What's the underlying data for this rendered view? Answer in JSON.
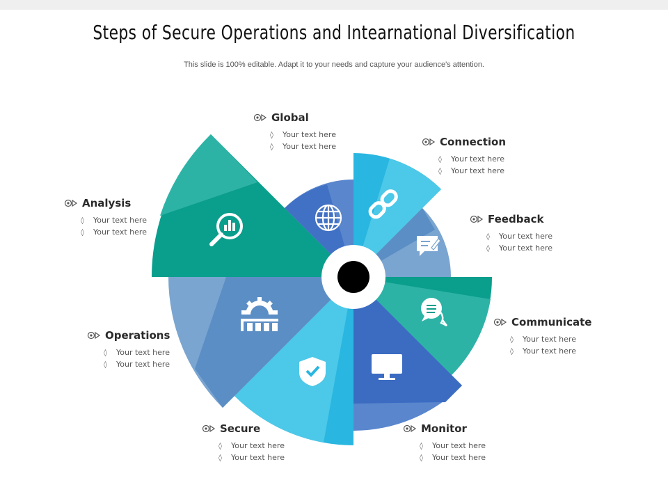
{
  "title": "Steps of Secure Operations and Intearnational Diversification",
  "subtitle": "This slide is 100% editable. Adapt it to your needs and capture your audience's attention.",
  "steps": [
    {
      "name": "Global",
      "icon": "globe-icon",
      "items": [
        "Your text here",
        "Your text here"
      ]
    },
    {
      "name": "Connection",
      "icon": "link-icon",
      "items": [
        "Your text here",
        "Your text here"
      ]
    },
    {
      "name": "Feedback",
      "icon": "feedback-icon",
      "items": [
        "Your text here",
        "Your text here"
      ]
    },
    {
      "name": "Communicate",
      "icon": "chat-icon",
      "items": [
        "Your text here",
        "Your text here"
      ]
    },
    {
      "name": "Monitor",
      "icon": "monitor-icon",
      "items": [
        "Your text here",
        "Your text here"
      ]
    },
    {
      "name": "Secure",
      "icon": "shield-icon",
      "items": [
        "Your text here",
        "Your text here"
      ]
    },
    {
      "name": "Operations",
      "icon": "gear-factory-icon",
      "items": [
        "Your text here",
        "Your text here"
      ]
    },
    {
      "name": "Analysis",
      "icon": "magnifier-chart-icon",
      "items": [
        "Your text here",
        "Your text here"
      ]
    }
  ],
  "colors": {
    "teal": "#0a9e8c",
    "teal_light": "#2db3a6",
    "cyan": "#29b6e0",
    "cyan_light": "#4cc8e8",
    "blue": "#3b6cc2",
    "blue_light": "#5a86cd",
    "steel": "#5b8ec4",
    "steel_light": "#7aa5d0"
  }
}
